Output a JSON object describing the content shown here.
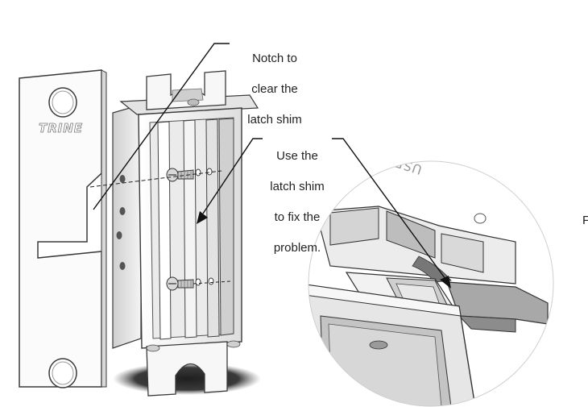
{
  "callouts": {
    "notch": [
      "Notch to",
      "clear the",
      "latch shim"
    ],
    "shim": [
      "Use the",
      "latch shim",
      "to fix the",
      "problem."
    ]
  },
  "plate_logo": "TRINE",
  "detail_engraving": "USE BOT",
  "edge_text": "F",
  "colors": {
    "metal_light": "#f2f2f2",
    "metal_mid": "#d6d6d6",
    "metal_dark": "#9c9c9c",
    "outline": "#3a3a3a",
    "shadow": "#2e2e2e"
  }
}
